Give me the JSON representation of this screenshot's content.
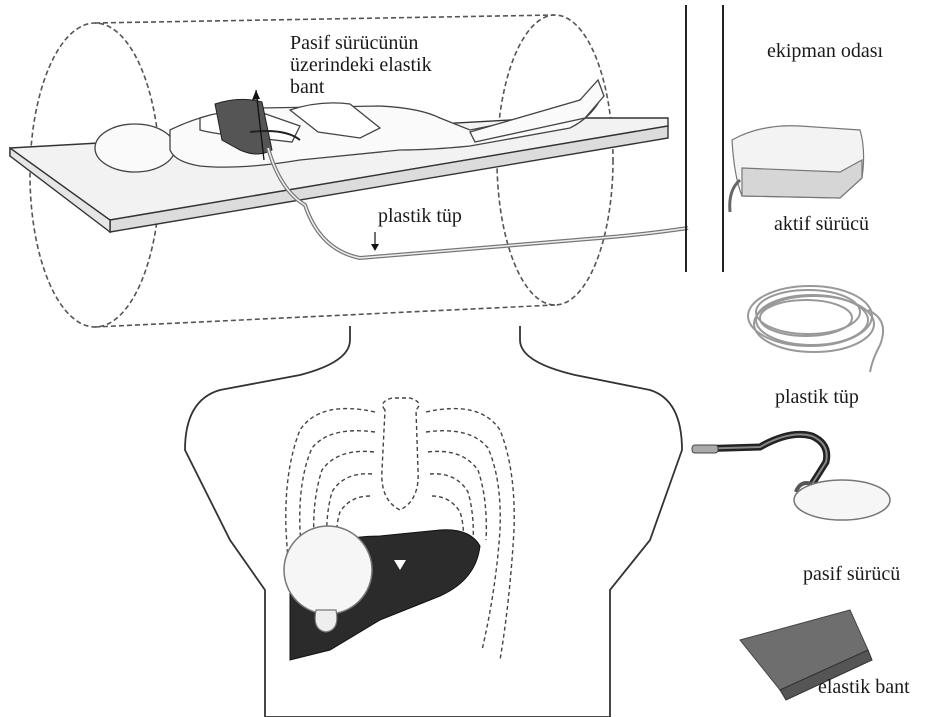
{
  "labels": {
    "elastic_band_on_driver_line1": "Pasif sürücünün",
    "elastic_band_on_driver_line2": "üzerindeki elastik",
    "elastic_band_on_driver_line3": "bant",
    "plastic_tube_scanner": "plastik tüp",
    "equipment_room": "ekipman odası",
    "active_driver": "aktif sürücü",
    "plastic_tube_item": "plastik tüp",
    "passive_driver": "pasif sürücü",
    "elastic_band_item": "elastik bant"
  },
  "colors": {
    "line": "#333333",
    "dark_fill": "#2b2b2b",
    "light_fill": "#f4f4f4",
    "band_gray": "#6e6e6e"
  }
}
